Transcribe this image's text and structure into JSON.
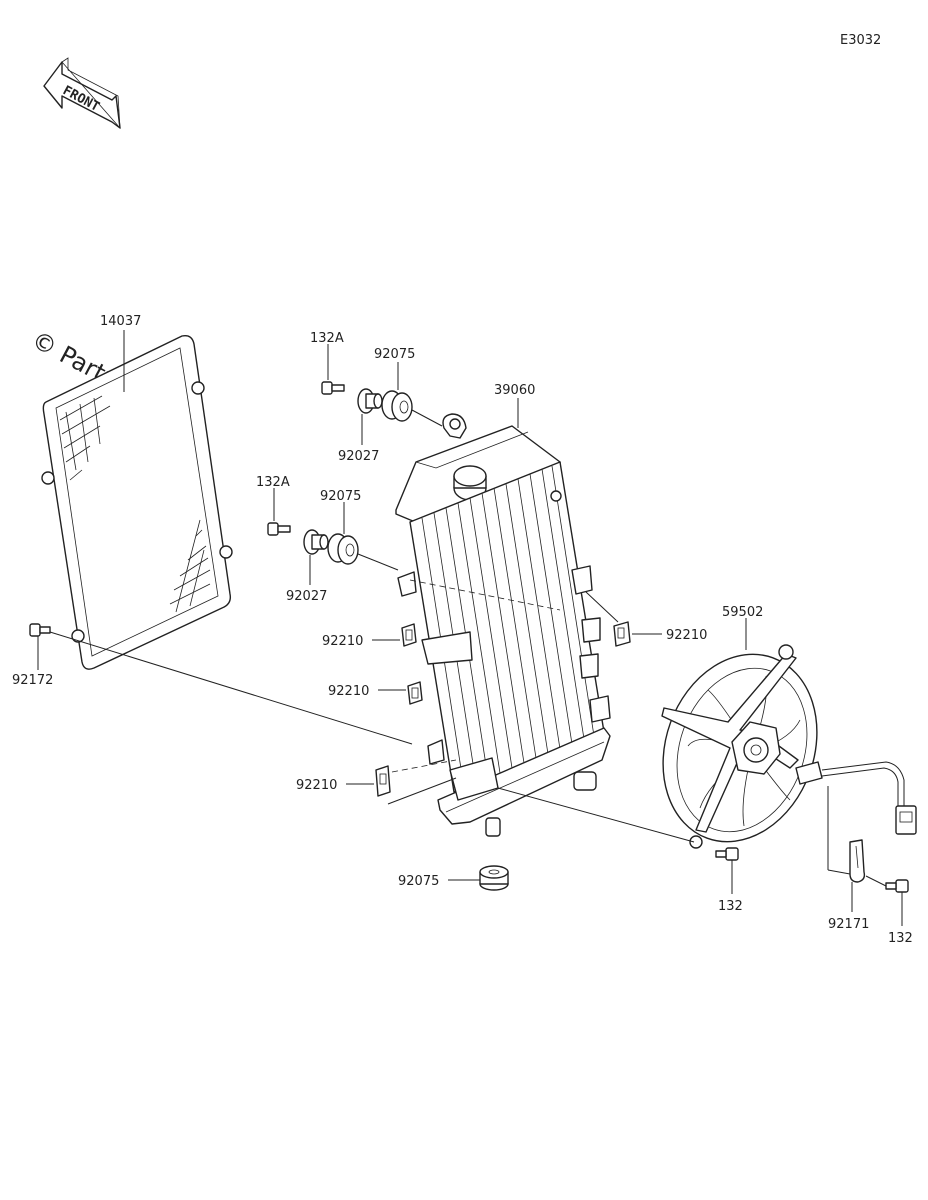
{
  "diagram_code": "E3032",
  "front_label": "FRONT",
  "watermark": "© Partzilla.com",
  "callouts": {
    "c14037": "14037",
    "c132a_top": "132A",
    "c92075_top": "92075",
    "c39060": "39060",
    "c92027_top": "92027",
    "c132a_mid": "132A",
    "c92075_mid": "92075",
    "c92027_mid": "92027",
    "c92210_left_a": "92210",
    "c92210_right": "92210",
    "c92210_left_b": "92210",
    "c92210_left_c": "92210",
    "c92172": "92172",
    "c59502": "59502",
    "c92075_bottom": "92075",
    "c132_fan": "132",
    "c92171": "92171",
    "c132_right": "132"
  }
}
